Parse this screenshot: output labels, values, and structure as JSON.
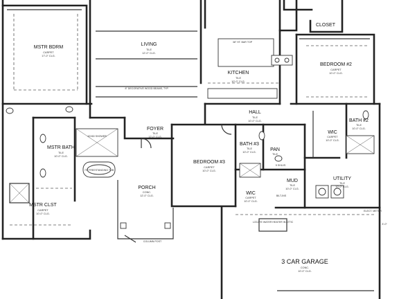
{
  "rooms": {
    "mstr_bdrm": {
      "name": "MSTR BDRM",
      "material": "CARPET",
      "size": "17'-0\" CLG."
    },
    "living": {
      "name": "LIVING",
      "material": "TILE",
      "size": "12'-0\" CLG."
    },
    "kitchen": {
      "name": "KITCHEN",
      "material": "TILE",
      "size": "10'-0\" CLG."
    },
    "closet": {
      "name": "CLOSET"
    },
    "bedroom2": {
      "name": "BEDROOM #2",
      "material": "CARPET",
      "size": "10'-0\" CLG."
    },
    "hall": {
      "name": "HALL",
      "material": "TILE",
      "size": "10'-0\" CLG."
    },
    "foyer": {
      "name": "FOYER",
      "material": "TILE",
      "size": "12'-0\" CLG."
    },
    "mstr_bath": {
      "name": "MSTR BATH",
      "material": "TILE",
      "size": "10'-0\" CLG."
    },
    "bedroom3": {
      "name": "BEDROOM #3",
      "material": "CARPET",
      "size": "10'-0\" CLG."
    },
    "bath3": {
      "name": "BATH #3",
      "material": "TILE",
      "size": "10'-0\" CLG."
    },
    "pan": {
      "name": "PAN",
      "material": "TILE",
      "size": "10'-0\" CLG."
    },
    "wic1": {
      "name": "WIC",
      "material": "CARPET",
      "size": "10'-0\" CLG."
    },
    "bath2": {
      "name": "BATH #2",
      "material": "TILE",
      "size": "10'-0\" CLG."
    },
    "wic2": {
      "name": "WIC",
      "material": "CARPET",
      "size": "10'-0\" CLG."
    },
    "porch": {
      "name": "PORCH",
      "material": "CONC.",
      "size": "12'-0\" CLG."
    },
    "mstr_clst": {
      "name": "MSTR CLST",
      "material": "CARPET",
      "size": "10'-0\" CLG."
    },
    "mud": {
      "name": "MUD",
      "material": "TILE",
      "size": "10'-0\" CLG."
    },
    "utility": {
      "name": "UTILITY",
      "material": "TILE",
      "size": "10'-0\" CLG."
    },
    "garage": {
      "name": "3 CAR GARAGE",
      "material": "CONC.",
      "size": "10'-0\" CLG."
    }
  },
  "labels": {
    "column_post": "COLUMN POST",
    "free_standing": "72\" FREESTANDING TUB",
    "shower": "42X60 SHOWER",
    "bar_top": "38\" HT. BAR TOP",
    "beam": "8\" DECORATIVE WOOD BEAMS, TYP.",
    "water_heater": "LOCATE WATER HEATER IN ATTIC",
    "dim_3ft": "3'-0\"",
    "elec_meter": "ELECT. METER",
    "bilt_ins": "BILT-INS",
    "shelves": "5 SHLVS"
  }
}
